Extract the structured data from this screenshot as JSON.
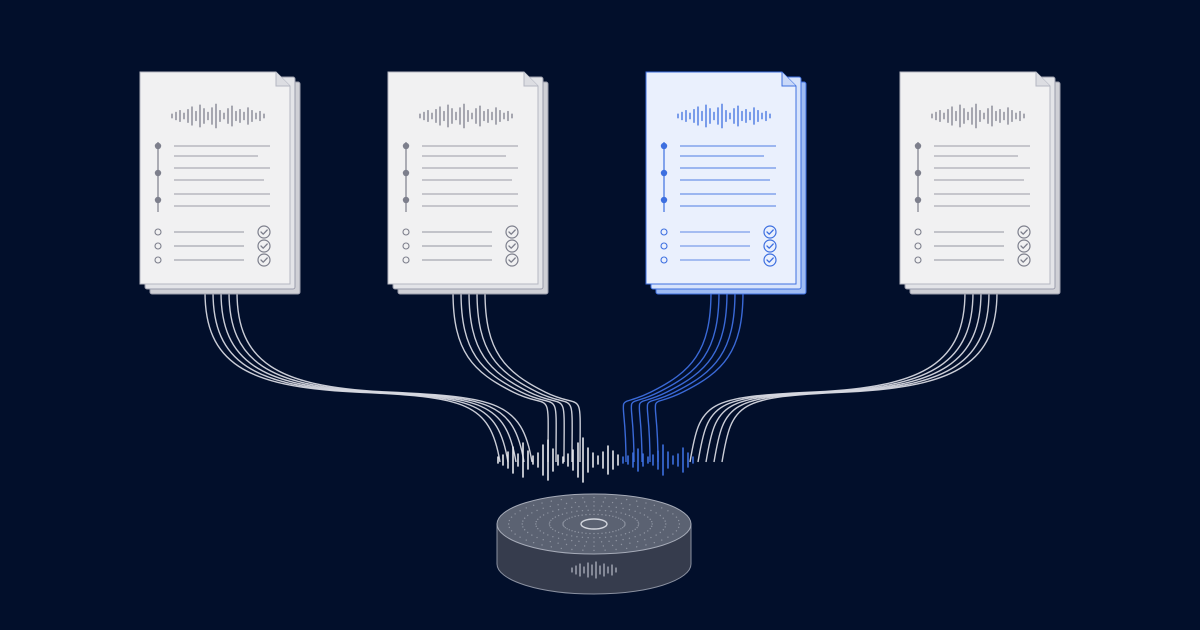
{
  "colors": {
    "background": "#020f2b",
    "paper": "#f1f1f2",
    "paper_shadow": "#cfd0d6",
    "ink": "#7d7f8c",
    "ink_light": "#b9bbc4",
    "highlight": "#3d6fe0",
    "highlight_paper": "#eaf0fd",
    "highlight_back": "#9fbcf3",
    "wire": "#d6d8e0",
    "device_top": "#5b6272",
    "device_side": "#363c4d"
  },
  "documents": [
    {
      "id": "doc-1",
      "highlighted": false
    },
    {
      "id": "doc-2",
      "highlighted": false
    },
    {
      "id": "doc-3",
      "highlighted": true
    },
    {
      "id": "doc-4",
      "highlighted": false
    }
  ],
  "icons": {
    "document": "transcript-document-icon",
    "waveform": "audio-waveform-icon",
    "check": "check-circle-icon",
    "device": "smart-speaker-device"
  }
}
